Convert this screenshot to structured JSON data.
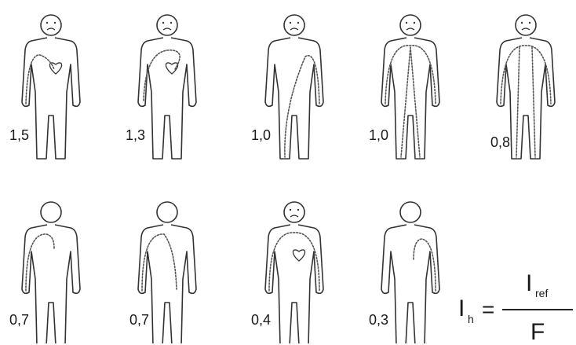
{
  "figures": [
    {
      "factor": "1,5",
      "face": "sad",
      "heart": true,
      "path": "left-hand-to-chest"
    },
    {
      "factor": "1,3",
      "face": "sad",
      "heart": true,
      "path": "right-hand-to-chest"
    },
    {
      "factor": "1,0",
      "face": "sad",
      "heart": false,
      "path": "left-hand-to-right-foot"
    },
    {
      "factor": "1,0",
      "face": "sad",
      "heart": false,
      "path": "both-hands-to-both-feet"
    },
    {
      "factor": "0,8",
      "face": "sad",
      "heart": false,
      "path": "hand-to-hand-and-feet"
    },
    {
      "factor": "0,7",
      "face": "none",
      "heart": false,
      "path": "left-hand-to-back"
    },
    {
      "factor": "0,7",
      "face": "none",
      "heart": false,
      "path": "left-hand-to-seat"
    },
    {
      "factor": "0,4",
      "face": "sad",
      "heart": true,
      "path": "hand-to-hand"
    },
    {
      "factor": "0,3",
      "face": "none",
      "heart": false,
      "path": "right-hand-to-torso"
    }
  ],
  "formula": {
    "lhs": "I",
    "lhs_sub": "h",
    "eq": "=",
    "numerator": "I",
    "numerator_sub": "ref",
    "denominator": "F"
  }
}
